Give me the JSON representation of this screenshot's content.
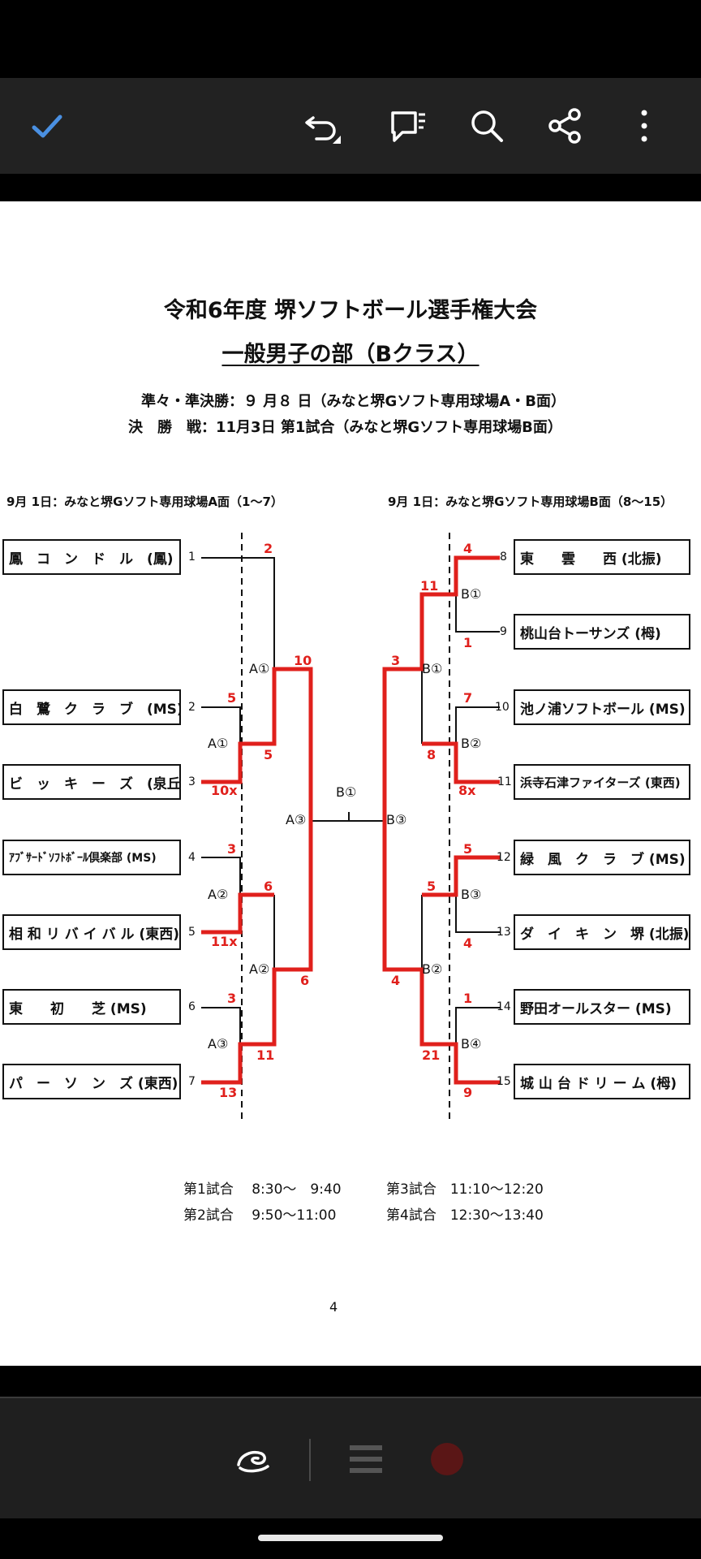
{
  "toolbar": {
    "done_icon": "check-icon",
    "undo_icon": "undo-icon",
    "comment_icon": "comment-icon",
    "search_icon": "search-icon",
    "share_icon": "share-icon",
    "more_icon": "more-vertical-icon"
  },
  "document": {
    "title": "令和6年度 堺ソフトボール選手権大会",
    "subtitle": "一般男子の部（Bクラス）",
    "schedule_1": "準々・準決勝：９ 月８ 日（みなと堺Gソフト専用球場A・B面）",
    "schedule_2": "決　勝　戦：11月3日 第1試合（みなと堺Gソフト専用球場B面）",
    "venue_left": "9月 1日：みなと堺Gソフト専用球場A面（1〜7）",
    "venue_right": "9月 1日：みなと堺Gソフト専用球場B面（8〜15）",
    "left_teams": [
      {
        "name": "鳳　コ　ン　ド　ル　(鳳)",
        "seed": "1"
      },
      {
        "name": "白　鷺　ク　ラ　ブ　(MS)",
        "seed": "2"
      },
      {
        "name": "ビ　ッ　キ　ー　ズ　(泉丘)",
        "seed": "3"
      },
      {
        "name": "ｱﾌﾞｻｰﾄﾞｿﾌﾄﾎﾞｰﾙ倶楽部 (MS)",
        "seed": "4"
      },
      {
        "name": "相 和 リ バ イ バ ル (東西)",
        "seed": "5"
      },
      {
        "name": "東　　初　　芝 (MS)",
        "seed": "6"
      },
      {
        "name": "パ　ー　ソ　ン　ズ (東西)",
        "seed": "7"
      }
    ],
    "right_teams": [
      {
        "name": "東　　雲　　西 (北振)",
        "seed": "8"
      },
      {
        "name": "桃山台トーサンズ (栂)",
        "seed": "9"
      },
      {
        "name": "池ノ浦ソフトボール (MS)",
        "seed": "10"
      },
      {
        "name": "浜寺石津ファイターズ (東西)",
        "seed": "11"
      },
      {
        "name": "緑　風　ク　ラ　ブ (MS)",
        "seed": "12"
      },
      {
        "name": "ダ　イ　キ　ン　堺 (北振)",
        "seed": "13"
      },
      {
        "name": "野田オールスター (MS)",
        "seed": "14"
      },
      {
        "name": "城 山 台 ド リ ー ム (栂)",
        "seed": "15"
      }
    ],
    "game_labels": {
      "a1_top": "A①",
      "a1": "A①",
      "a2": "A②",
      "a2_semi": "A②",
      "a3": "A③",
      "a3_final": "A③",
      "b1": "B①",
      "b1_semi": "B①",
      "b2": "B②",
      "b2_semi": "B②",
      "b3": "B③",
      "b3_final": "B③",
      "b4": "B④",
      "final": "B①"
    },
    "scores": {
      "s1": "2",
      "s2": "5",
      "s3": "10x",
      "s23": "5",
      "s1v23": "10",
      "s4": "3",
      "s5": "11x",
      "s45": "6",
      "s6": "3",
      "s7": "13",
      "s67": "11",
      "s4567": "6",
      "s8": "4",
      "s9": "1",
      "s89": "11",
      "s10": "7",
      "s11": "8x",
      "s1011": "8",
      "s8to11": "3",
      "s12": "5",
      "s13": "4",
      "s1213": "5",
      "s14": "1",
      "s15": "9",
      "s1415": "21",
      "s12to15": "4"
    },
    "times": {
      "g1": "第1試合　 8:30〜　9:40",
      "g2": "第2試合　 9:50〜11:00",
      "g3": "第3試合　11:10〜12:20",
      "g4": "第4試合　12:30〜13:40"
    },
    "page_number": "4"
  },
  "bottombar": {
    "pen_icon": "ink-pen-icon",
    "lines_icon": "lines-icon",
    "record_icon": "record-icon"
  }
}
